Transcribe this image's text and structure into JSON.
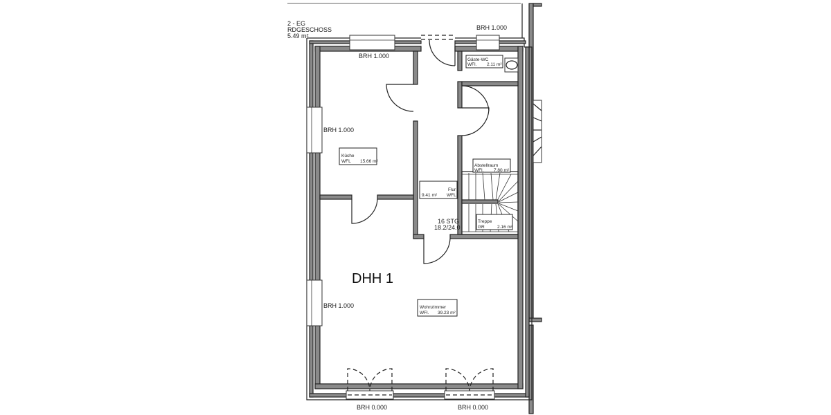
{
  "plan": {
    "level": {
      "line1": "2 - EG",
      "line2": "RDGESCHOSS",
      "line3": "5.49 m²"
    },
    "unit_label": "DHH 1",
    "stairs": {
      "steps": "16 STG",
      "ratio": "18.2/24.0"
    },
    "window_labels": {
      "top_left": "BRH 1.000",
      "top_right": "BRH 1.000",
      "left_upper": "BRH 1.000",
      "left_lower": "BRH 1.000",
      "bottom_left": "BRH 0.000",
      "bottom_right": "BRH 0.000"
    },
    "rooms": {
      "kueche": {
        "name": "Küche",
        "type": "WFL",
        "area": "15.66 m²"
      },
      "flur": {
        "name": "Flur",
        "type": "WFL",
        "area": "9.41 m²"
      },
      "gaeste_wc": {
        "name": "Gäste-WC",
        "type": "WFl.",
        "area": "2.11 m²"
      },
      "abstellraum": {
        "name": "Abstellraum",
        "type": "WFl.",
        "area": "7.80 m²"
      },
      "treppe": {
        "name": "Treppe",
        "type": "GR",
        "area": "2.16 m²"
      },
      "wohnzimmer": {
        "name": "Wohnzimmer",
        "type": "WFl.",
        "area": "39.23 m²"
      }
    },
    "colors": {
      "wall_fill": "#8a8a8a",
      "line": "#222222"
    }
  }
}
